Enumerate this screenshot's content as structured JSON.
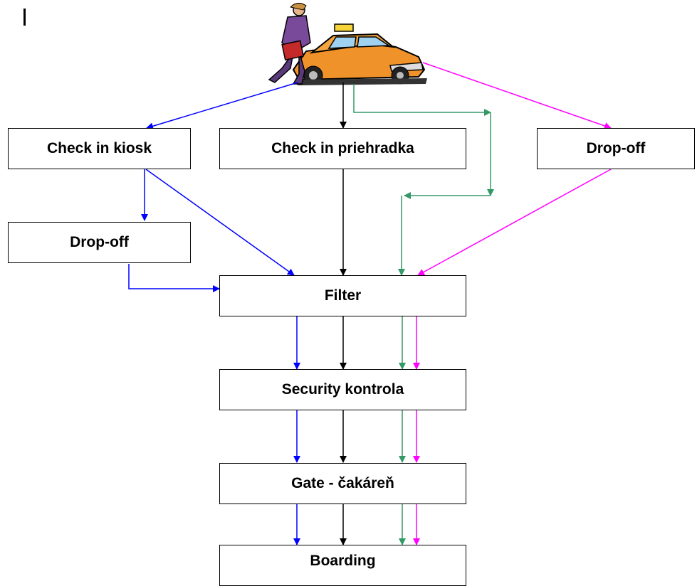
{
  "nodes": {
    "check_in_kiosk": "Check in kiosk",
    "check_in_counter": "Check in priehradka",
    "drop_off_right": "Drop-off",
    "drop_off_left": "Drop-off",
    "filter": "Filter",
    "security": "Security kontrola",
    "gate": "Gate - čakáreň",
    "boarding": "Boarding"
  },
  "illustration": "passenger-with-taxi-clipart",
  "colors": {
    "blue": "#0000ff",
    "black": "#000000",
    "green": "#339966",
    "magenta": "#ff00ff"
  }
}
